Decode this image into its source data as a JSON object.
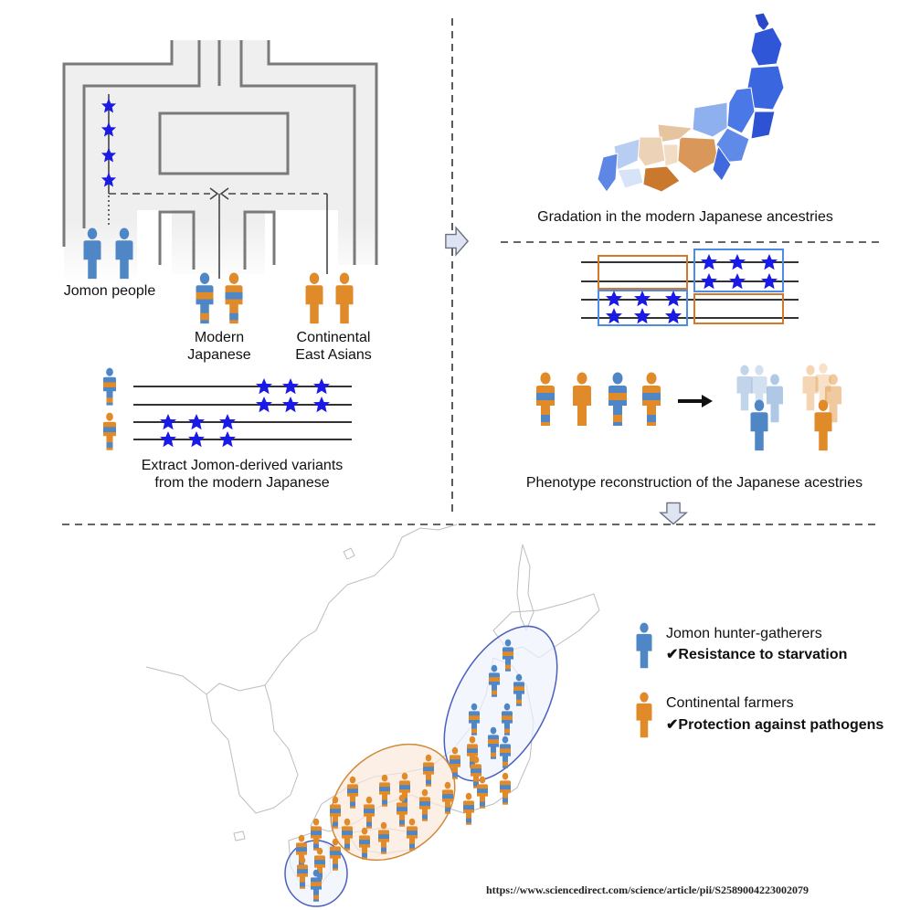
{
  "panel_a": {
    "jomon_label": "Jomon people",
    "modern_label_1": "Modern",
    "modern_label_2": "Japanese",
    "continental_label_1": "Continental",
    "continental_label_2": "East Asians",
    "caption_1": "Extract Jomon-derived variants",
    "caption_2": "from the modern Japanese"
  },
  "panel_b": {
    "caption": "Gradation in the modern Japanese ancestries"
  },
  "panel_c": {
    "caption": "Phenotype reconstruction of the Japanese acestries"
  },
  "legend": {
    "jomon_title": "Jomon hunter-gatherers",
    "jomon_trait": "Resistance to starvation",
    "continental_title": "Continental farmers",
    "continental_trait": "Protection against pathogens",
    "check_mark": "✔"
  },
  "source_url": "https://www.sciencedirect.com/science/article/pii/S2589004223002079",
  "colors": {
    "jomon_blue": "#4f86c6",
    "continental_orange": "#e08a2a",
    "star_blue": "#1a1ae6",
    "tree_gray": "#7a7a7a",
    "tree_fill": "#efefef",
    "region_outline_blue": "#4a7fd4",
    "region_outline_orange": "#d4792a"
  }
}
